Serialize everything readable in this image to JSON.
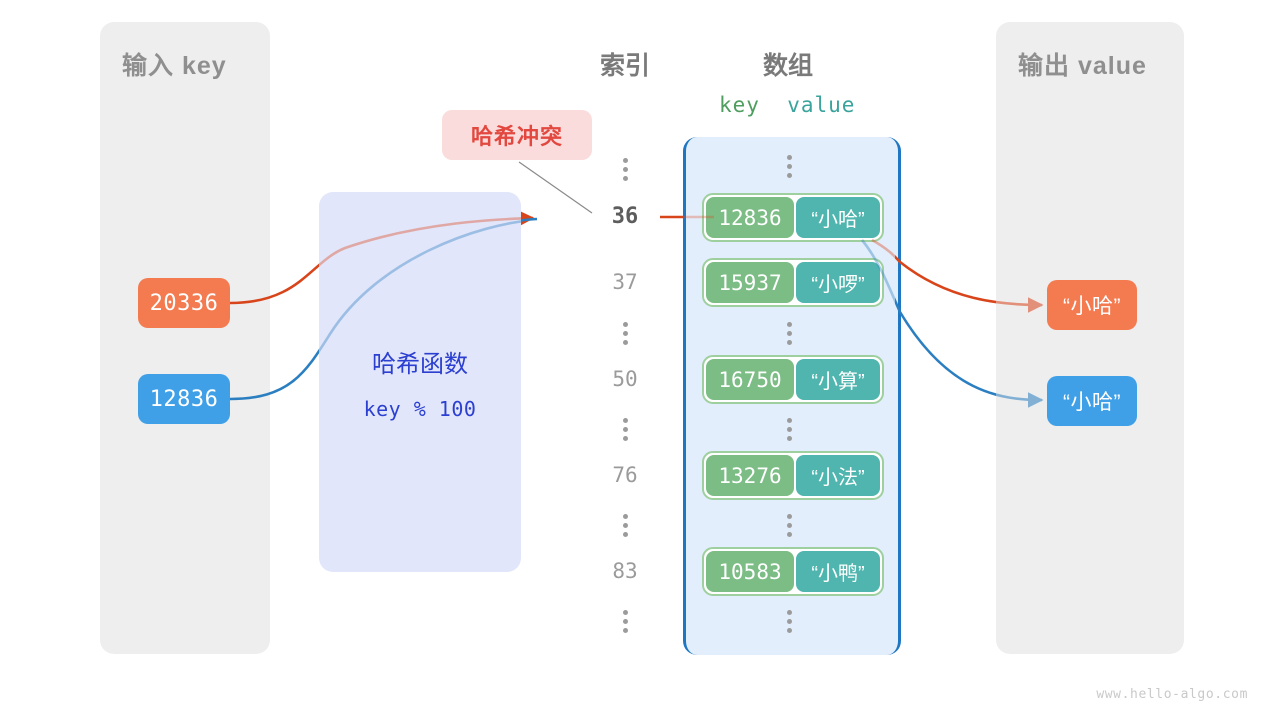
{
  "watermark": "www.hello-algo.com",
  "input_panel": {
    "title": "输入 key",
    "keys": [
      {
        "label": "20336",
        "color": "#f47a50"
      },
      {
        "label": "12836",
        "color": "#3fa0e8"
      }
    ]
  },
  "hash_function": {
    "title": "哈希函数",
    "expression": "key % 100",
    "color": "#2b3fd0",
    "background": "#e2e6fa"
  },
  "collision_badge": {
    "label": "哈希冲突",
    "text_color": "#e2483f",
    "background": "#fbdcdc"
  },
  "index_column": {
    "heading": "索引",
    "entries": [
      {
        "type": "dots",
        "label": "⋮"
      },
      {
        "type": "index",
        "label": "36",
        "highlight": true
      },
      {
        "type": "index",
        "label": "37",
        "highlight": false
      },
      {
        "type": "dots",
        "label": "⋮"
      },
      {
        "type": "index",
        "label": "50",
        "highlight": false
      },
      {
        "type": "dots",
        "label": "⋮"
      },
      {
        "type": "index",
        "label": "76",
        "highlight": false
      },
      {
        "type": "dots",
        "label": "⋮"
      },
      {
        "type": "index",
        "label": "83",
        "highlight": false
      },
      {
        "type": "dots",
        "label": "⋮"
      }
    ]
  },
  "array": {
    "heading": "数组",
    "column_headers": {
      "key": "key",
      "value": "value"
    },
    "key_color": "#7cbd85",
    "value_color": "#4fb5ae",
    "container_color": "#e2eefb",
    "border_color": "#1f77c4",
    "rows": [
      {
        "type": "dots",
        "label": "⋮"
      },
      {
        "type": "pair",
        "key": "12836",
        "value": "“小哈”"
      },
      {
        "type": "pair",
        "key": "15937",
        "value": "“小啰”"
      },
      {
        "type": "dots",
        "label": "⋮"
      },
      {
        "type": "pair",
        "key": "16750",
        "value": "“小算”"
      },
      {
        "type": "dots",
        "label": "⋮"
      },
      {
        "type": "pair",
        "key": "13276",
        "value": "“小法”"
      },
      {
        "type": "dots",
        "label": "⋮"
      },
      {
        "type": "pair",
        "key": "10583",
        "value": "“小鸭”"
      },
      {
        "type": "dots",
        "label": "⋮"
      }
    ]
  },
  "output_panel": {
    "title": "输出 value",
    "values": [
      {
        "label": "“小哈”",
        "color": "#f47a50"
      },
      {
        "label": "“小哈”",
        "color": "#3fa0e8"
      }
    ]
  }
}
